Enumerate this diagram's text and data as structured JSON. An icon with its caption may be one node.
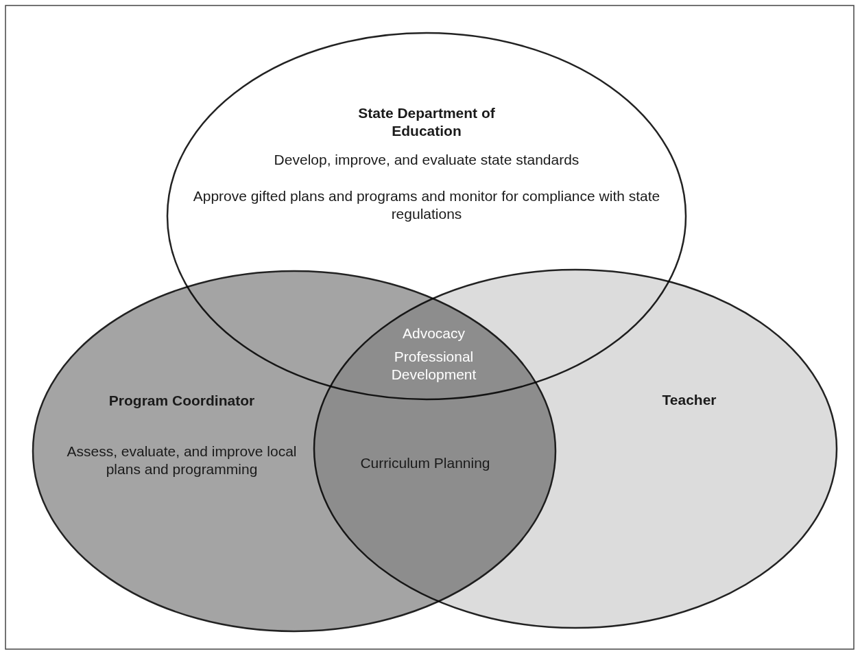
{
  "diagram": {
    "nodes": [
      {
        "text": [
          "State Department of Education",
          "Develop, improve, and evaluate state standards",
          "Approve gifted plans and programs and monitor for compliance with state regulations"
        ]
      },
      {
        "text": [
          "Program Coordinator",
          "Assess, evaluate, and improve local plans and programming"
        ]
      },
      {
        "text": [
          "Teacher"
        ]
      }
    ],
    "labels": [
      "Advocacy",
      "Professional Development",
      "Curriculum Planning"
    ]
  }
}
